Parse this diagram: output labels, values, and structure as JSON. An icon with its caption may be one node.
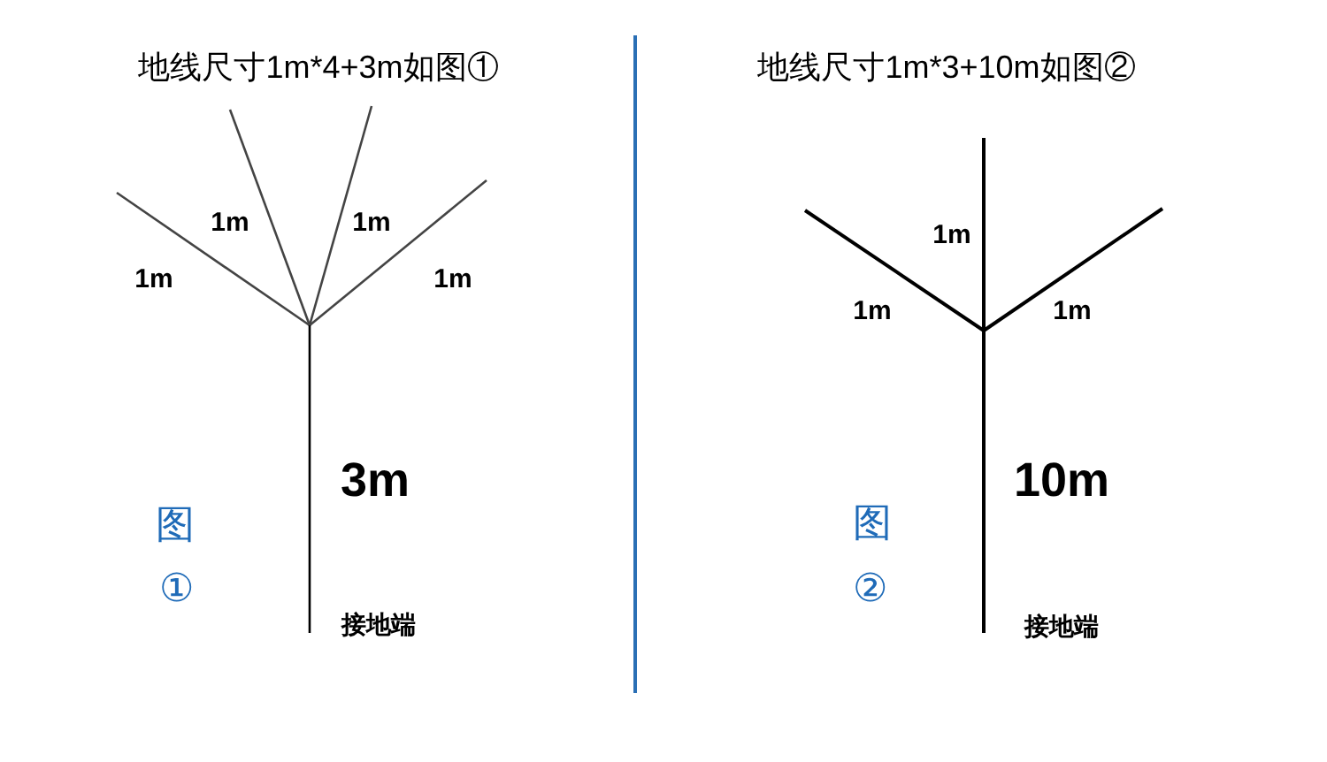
{
  "diagram": {
    "labels": [
      "地线尺寸1m*4+3m如图①",
      "地线尺寸1m*3+10m如图②",
      "1m",
      "1m",
      "1m",
      "1m",
      "3m",
      "图",
      "①",
      "接地端",
      "1m",
      "1m",
      "1m",
      "10m",
      "图",
      "②",
      "接地端"
    ]
  }
}
